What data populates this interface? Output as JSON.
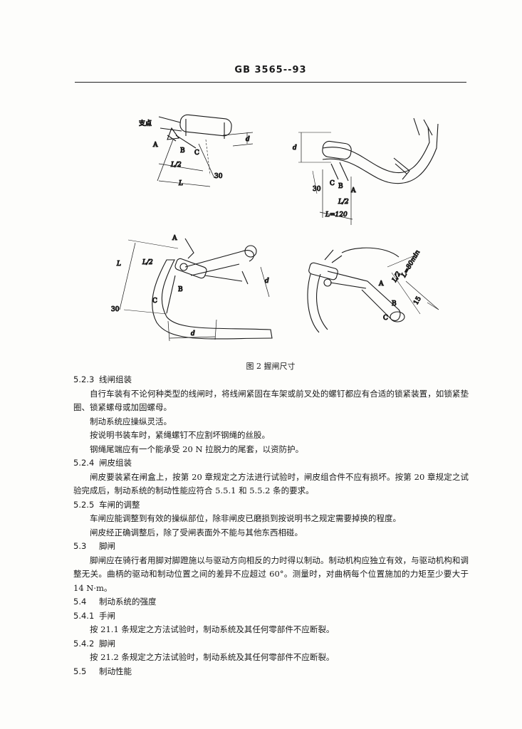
{
  "header": {
    "standard_code": "GB 3565--93"
  },
  "figure": {
    "caption": "图 2   握闸尺寸",
    "labels": {
      "fulcrum": "支点",
      "A": "A",
      "B": "B",
      "C": "C",
      "d": "d",
      "L": "L",
      "L_half": "L/2",
      "dim_30": "30",
      "dim_15": "15",
      "L_eq_120": "L=120",
      "L_eq_80min": "L=80min"
    }
  },
  "sections": [
    {
      "num": "5.2.3",
      "title": "线闸组装",
      "paragraphs": [
        "自行车装有不论何种类型的线闸时，将线闸紧固在车架或前叉处的螺钉都应有合适的锁紧装置，如锁紧垫圈、锁紧螺母或加固螺母。",
        "制动系统应操纵灵活。",
        "按说明书装车时，紧绳螺钉不应割坏钢绳的丝股。",
        "钢绳尾端应有一个能承受 20 N 拉脱力的尾套，以资防护。"
      ]
    },
    {
      "num": "5.2.4",
      "title": "闸皮组装",
      "paragraphs": [
        "闸皮要装紧在闸盒上，按第 20 章规定之方法进行试验时，闸皮组合件不应有损坏。按第 20 章规定之试验完成后，制动系统的制动性能应符合 5.5.1 和 5.5.2 条的要求。"
      ]
    },
    {
      "num": "5.2.5",
      "title": "车闸的调整",
      "paragraphs": [
        "车闸应能调整到有效的操纵部位，除非闸皮已磨损到按说明书之规定需要掉换的程度。",
        "闸皮经正确调整后，除了受闸表面外不能与其他东西相碰。"
      ]
    },
    {
      "num": "5.3",
      "title": "脚闸",
      "paragraphs": [
        "脚闸应在骑行者用脚对脚蹬施以与驱动方向相反的力时得以制动。制动机构应独立有效，与驱动机构和调整无关。曲柄的驱动和制动位置之间的差异不应超过 60°。测量时，对曲柄每个位置施加的力矩至少要大于 14 N·m。"
      ]
    },
    {
      "num": "5.4",
      "title": "制动系统的强度",
      "paragraphs": []
    },
    {
      "num": "5.4.1",
      "title": "手闸",
      "paragraphs": [
        "按 21.1 条规定之方法试验时，制动系统及其任何零部件不应断裂。"
      ]
    },
    {
      "num": "5.4.2",
      "title": "脚闸",
      "paragraphs": [
        "按 21.2 条规定之方法试验时，制动系统及其任何零部件不应断裂。"
      ]
    },
    {
      "num": "5.5",
      "title": "制动性能",
      "paragraphs": []
    }
  ]
}
